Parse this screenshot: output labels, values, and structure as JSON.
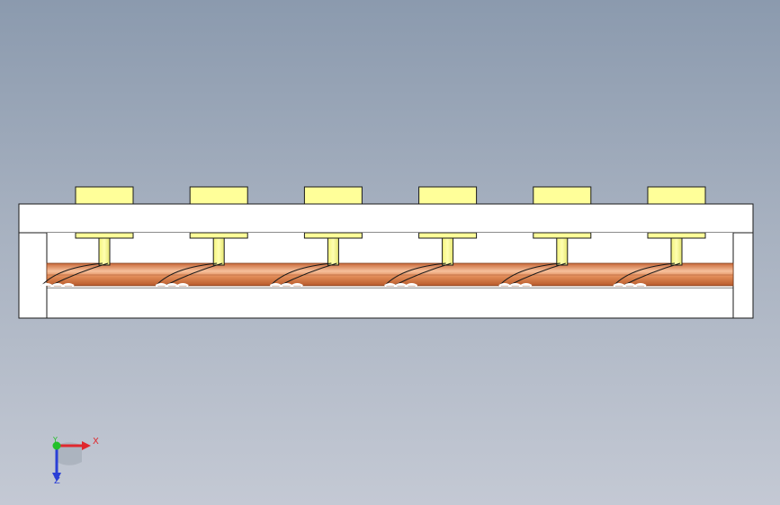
{
  "viewport": {
    "background_top": "#8b9aae",
    "background_bottom": "#c4c9d4"
  },
  "model": {
    "frame_fill": "#ffffff",
    "edge_color": "#1a1a1a",
    "pad_color": "#ffff99",
    "pin_color": "#ffff99",
    "rod_color": "#d97a45",
    "rod_highlight": "#f6c09c",
    "pad_count": 6
  },
  "triad": {
    "x_label": "X",
    "y_label": "Y",
    "z_label": "Z",
    "x_color": "#e0282e",
    "y_color": "#22c02a",
    "z_color": "#2a3fd6"
  }
}
